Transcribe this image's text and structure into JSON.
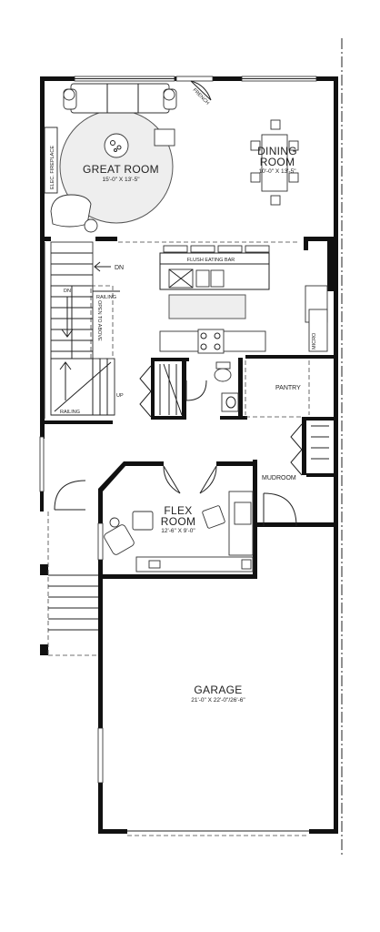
{
  "rooms": {
    "great_room": {
      "name": "GREAT ROOM",
      "dim": "15'-0\" X 13'-5\""
    },
    "dining_room": {
      "name_line1": "DINING",
      "name_line2": "ROOM",
      "dim": "10'-0\" X 13'-5\""
    },
    "flex_room": {
      "name_line1": "FLEX",
      "name_line2": "ROOM",
      "dim": "12'-6\" X 9'-0\""
    },
    "garage": {
      "name": "GARAGE",
      "dim": "21'-0\" X 22'-0\"/26'-6\""
    },
    "pantry": {
      "name": "PANTRY"
    },
    "mudroom": {
      "name": "MUDROOM"
    }
  },
  "labels": {
    "elec_fireplace": "ELEC. FIREPLACE",
    "french": "FRENCH",
    "flush_eating_bar": "FLUSH EATING BAR",
    "micro": "MICRO",
    "dn_upper": "DN",
    "dn_stair": "DN",
    "railing_upper": "RAILING",
    "railing_lower": "RAILING",
    "open_to_above": "OPEN TO ABOVE",
    "up": "UP"
  }
}
